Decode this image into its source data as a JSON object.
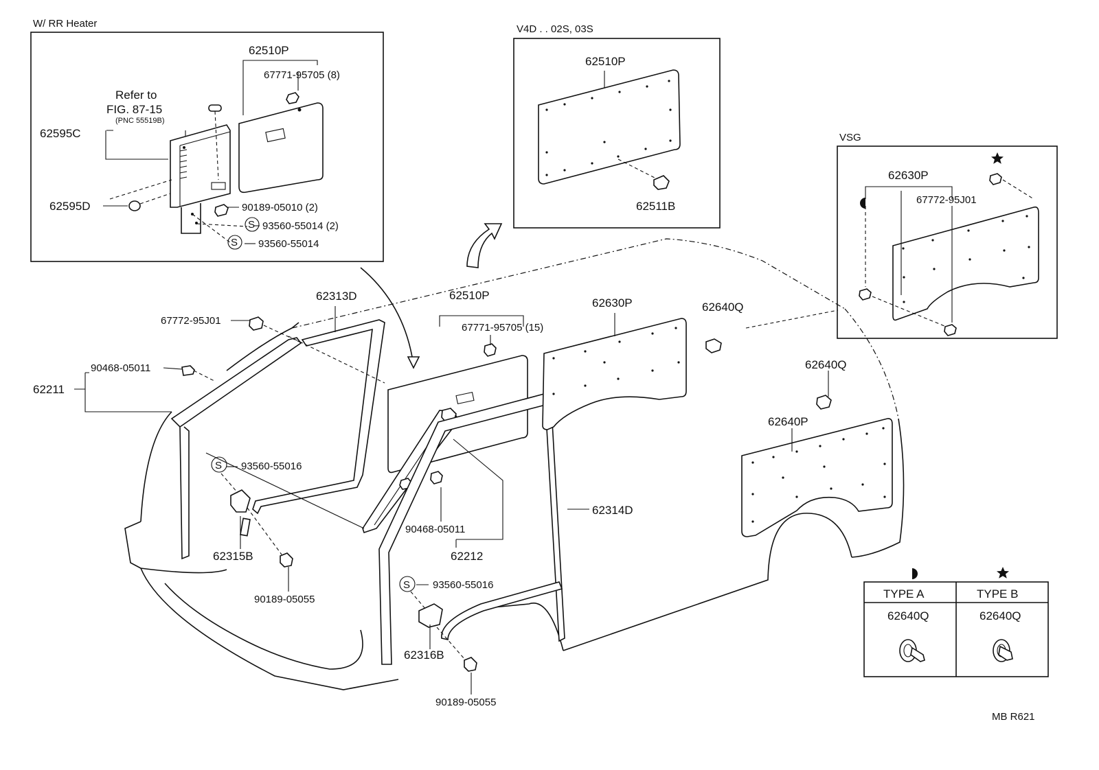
{
  "insets": {
    "rr_heater": {
      "title": "W/ RR Heater",
      "refer_line1": "Refer to",
      "refer_line2": "FIG. 87-15",
      "refer_pnc": "(PNC 55519B)",
      "parts": {
        "p62510P": "62510P",
        "p67771_8": "67771-95705 (8)",
        "p62595C": "62595C",
        "p62595D": "62595D",
        "p90189_05010": "90189-05010 (2)",
        "p93560_55014_2": "93560-55014 (2)",
        "p93560_55014": "93560-55014"
      }
    },
    "v4d": {
      "title": "V4D . . 02S, 03S",
      "parts": {
        "p62510P": "62510P",
        "p62511B": "62511B"
      }
    },
    "vsg": {
      "title": "VSG",
      "parts": {
        "p62630P": "62630P",
        "p67772": "67772-95J01"
      }
    }
  },
  "main_parts": {
    "p67772": "67772-95J01",
    "p62313D": "62313D",
    "p90468_a": "90468-05011",
    "p62211": "62211",
    "p93560_55016_a": "93560-55016",
    "p62315B": "62315B",
    "p90189_05055_a": "90189-05055",
    "p62510P": "62510P",
    "p67771_15": "67771-95705 (15)",
    "p90468_b": "90468-05011",
    "p62212": "62212",
    "p62314D": "62314D",
    "p93560_55016_b": "93560-55016",
    "p62316B": "62316B",
    "p90189_05055_b": "90189-05055",
    "p62630P": "62630P",
    "p62640Q_a": "62640Q",
    "p62640Q_b": "62640Q",
    "p62640P": "62640P"
  },
  "screw_mark": "S",
  "type_table": {
    "type_a": {
      "label": "TYPE A",
      "part": "62640Q"
    },
    "type_b": {
      "label": "TYPE B",
      "part": "62640Q"
    }
  },
  "footer_code": "MB  R621"
}
